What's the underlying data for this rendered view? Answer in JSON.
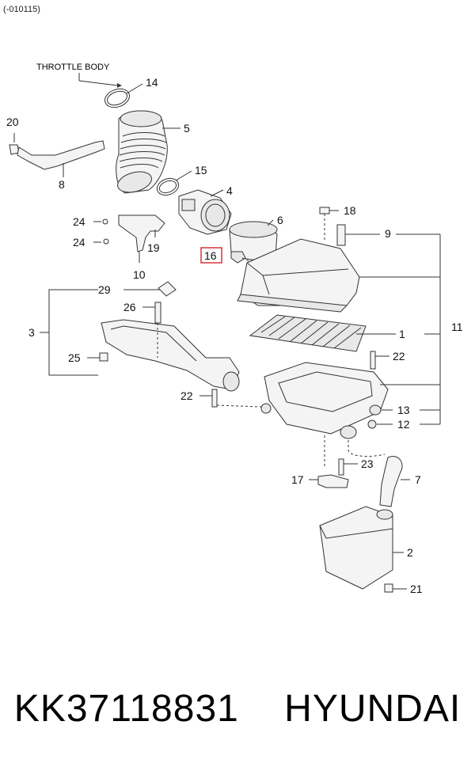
{
  "header": {
    "code": "(-010115)"
  },
  "labels": {
    "throttle": "THROTTLE BODY"
  },
  "callouts": {
    "c14": "14",
    "c20": "20",
    "c5": "5",
    "c8": "8",
    "c15": "15",
    "c4": "4",
    "c18": "18",
    "c24a": "24",
    "c6": "6",
    "c9": "9",
    "c24b": "24",
    "c19": "19",
    "c16": "16",
    "c10": "10",
    "c29": "29",
    "c26": "26",
    "c3": "3",
    "c1": "1",
    "c11": "11",
    "c25": "25",
    "c22a": "22",
    "c22b": "22",
    "c13": "13",
    "c12": "12",
    "c23": "23",
    "c17": "17",
    "c7": "7",
    "c2": "2",
    "c21": "21"
  },
  "highlight_color": "#d9343a",
  "footer": {
    "text": "KK37118831    HYUNDAI"
  }
}
